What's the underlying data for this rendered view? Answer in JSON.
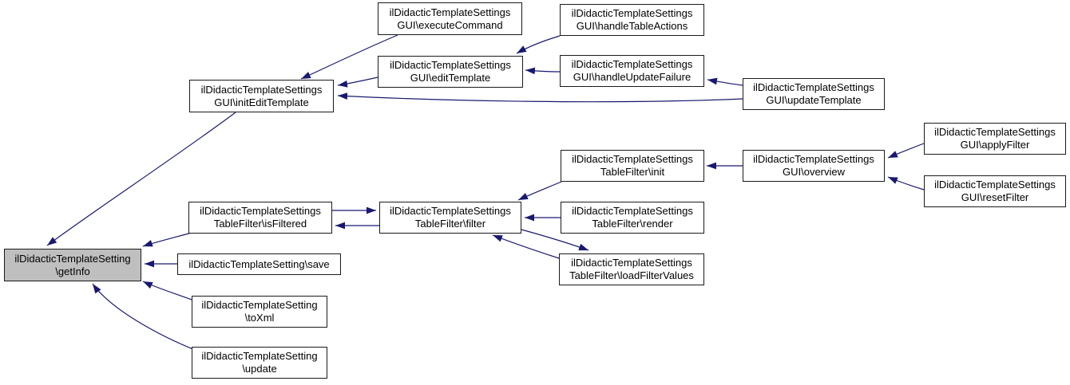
{
  "diagram": {
    "type": "caller-graph",
    "root_node": "get_info",
    "colors": {
      "edge": "#191970",
      "node_border": "#1a1a1a",
      "node_fill": "#ffffff",
      "root_fill": "#bfbfbf",
      "background": "#ffffff",
      "text": "#000000"
    },
    "nodes": {
      "get_info": {
        "lines": [
          "ilDidacticTemplateSetting",
          "\\getInfo"
        ]
      },
      "init_edit_template": {
        "lines": [
          "ilDidacticTemplateSettings",
          "GUI\\initEditTemplate"
        ]
      },
      "execute_command": {
        "lines": [
          "ilDidacticTemplateSettings",
          "GUI\\executeCommand"
        ]
      },
      "edit_template": {
        "lines": [
          "ilDidacticTemplateSettings",
          "GUI\\editTemplate"
        ]
      },
      "handle_table_actions": {
        "lines": [
          "ilDidacticTemplateSettings",
          "GUI\\handleTableActions"
        ]
      },
      "handle_update_failure": {
        "lines": [
          "ilDidacticTemplateSettings",
          "GUI\\handleUpdateFailure"
        ]
      },
      "update_template": {
        "lines": [
          "ilDidacticTemplateSettings",
          "GUI\\updateTemplate"
        ]
      },
      "is_filtered": {
        "lines": [
          "ilDidacticTemplateSettings",
          "TableFilter\\isFiltered"
        ]
      },
      "filter": {
        "lines": [
          "ilDidacticTemplateSettings",
          "TableFilter\\filter"
        ]
      },
      "init": {
        "lines": [
          "ilDidacticTemplateSettings",
          "TableFilter\\init"
        ]
      },
      "render": {
        "lines": [
          "ilDidacticTemplateSettings",
          "TableFilter\\render"
        ]
      },
      "load_filter_values": {
        "lines": [
          "ilDidacticTemplateSettings",
          "TableFilter\\loadFilterValues"
        ]
      },
      "overview": {
        "lines": [
          "ilDidacticTemplateSettings",
          "GUI\\overview"
        ]
      },
      "apply_filter": {
        "lines": [
          "ilDidacticTemplateSettings",
          "GUI\\applyFilter"
        ]
      },
      "reset_filter": {
        "lines": [
          "ilDidacticTemplateSettings",
          "GUI\\resetFilter"
        ]
      },
      "save": {
        "lines": [
          "ilDidacticTemplateSetting\\save"
        ]
      },
      "to_xml": {
        "lines": [
          "ilDidacticTemplateSetting",
          "\\toXml"
        ]
      },
      "update": {
        "lines": [
          "ilDidacticTemplateSetting",
          "\\update"
        ]
      }
    },
    "edges": [
      {
        "from": "execute_command",
        "to": "init_edit_template"
      },
      {
        "from": "edit_template",
        "to": "init_edit_template"
      },
      {
        "from": "update_template",
        "to": "init_edit_template"
      },
      {
        "from": "handle_table_actions",
        "to": "edit_template"
      },
      {
        "from": "handle_update_failure",
        "to": "edit_template"
      },
      {
        "from": "update_template",
        "to": "handle_update_failure"
      },
      {
        "from": "init_edit_template",
        "to": "get_info"
      },
      {
        "from": "is_filtered",
        "to": "get_info"
      },
      {
        "from": "save",
        "to": "get_info"
      },
      {
        "from": "to_xml",
        "to": "get_info"
      },
      {
        "from": "update",
        "to": "get_info"
      },
      {
        "from": "is_filtered",
        "to": "filter"
      },
      {
        "from": "filter",
        "to": "is_filtered"
      },
      {
        "from": "init",
        "to": "filter"
      },
      {
        "from": "render",
        "to": "filter"
      },
      {
        "from": "filter",
        "to": "load_filter_values"
      },
      {
        "from": "load_filter_values",
        "to": "filter"
      },
      {
        "from": "overview",
        "to": "init"
      },
      {
        "from": "apply_filter",
        "to": "overview"
      },
      {
        "from": "reset_filter",
        "to": "overview"
      }
    ]
  }
}
